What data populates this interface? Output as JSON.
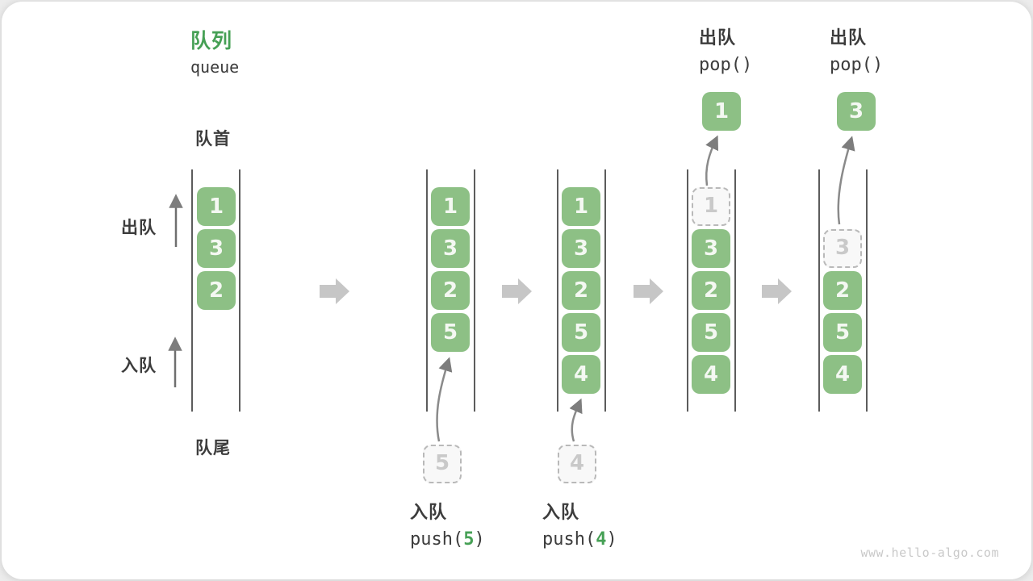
{
  "title": {
    "zh": "队列",
    "en": "queue"
  },
  "side_labels": {
    "front": "队首",
    "rear": "队尾",
    "dequeue": "出队",
    "enqueue": "入队"
  },
  "colors": {
    "title_green": "#46a055",
    "box_green": "#8dc085",
    "box_number_white": "#f4f8f2",
    "wall_gray": "#5c5c5c",
    "block_arrow_gray": "#c6c6c6",
    "curve_arrow_gray": "#8a8a8a",
    "dashed_border_gray": "#b9b9b9",
    "dashed_number_gray": "#c9c9c9",
    "label_dark": "#3c3c3c",
    "watermark_gray": "#c9c9c9"
  },
  "states": [
    {
      "name": "initial",
      "boxes": [
        "1",
        "3",
        "2"
      ]
    },
    {
      "name": "push-5",
      "boxes": [
        "1",
        "3",
        "2",
        "5"
      ],
      "pending_value": "5",
      "op": {
        "label": "入队",
        "fn_open": "push(",
        "arg": "5",
        "fn_close": ")"
      }
    },
    {
      "name": "push-4",
      "boxes": [
        "1",
        "3",
        "2",
        "5",
        "4"
      ],
      "pending_value": "4",
      "op": {
        "label": "入队",
        "fn_open": "push(",
        "arg": "4",
        "fn_close": ")"
      }
    },
    {
      "name": "pop-1",
      "removed_value": "1",
      "boxes": [
        "3",
        "2",
        "5",
        "4"
      ],
      "popped_value": "1",
      "op": {
        "label": "出队",
        "fn": "pop()"
      }
    },
    {
      "name": "pop-3",
      "removed_value": "3",
      "boxes": [
        "2",
        "5",
        "4"
      ],
      "popped_value": "3",
      "op": {
        "label": "出队",
        "fn": "pop()"
      }
    }
  ],
  "watermark": "www.hello-algo.com"
}
